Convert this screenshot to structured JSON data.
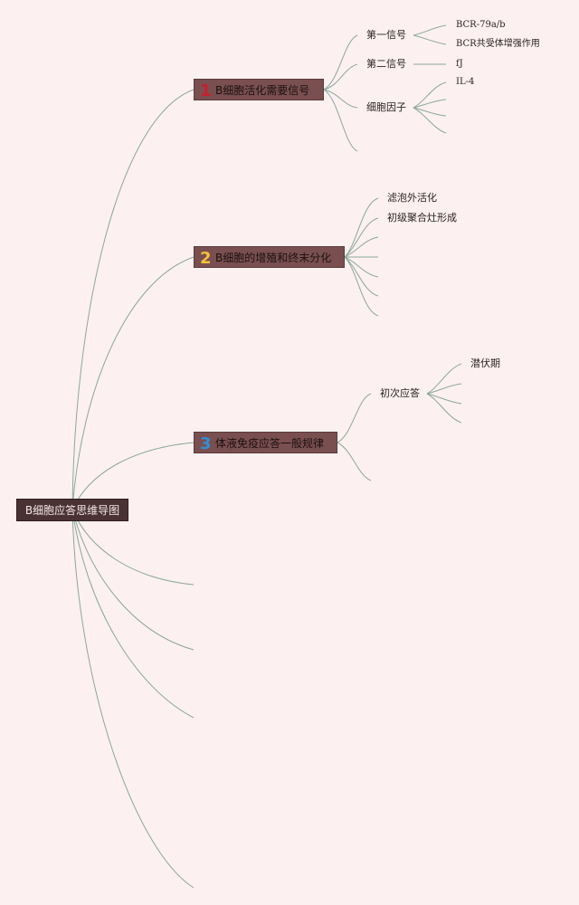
{
  "root": {
    "title": "B细胞应答思维导图"
  },
  "branches": [
    {
      "number": "1",
      "number_color": "#c81e2c",
      "title": "B细胞活化需要信号",
      "children": [
        {
          "label": "第一信号",
          "children": [
            "BCR-79a/b",
            "BCR共受体增强作用"
          ]
        },
        {
          "label": "第二信号",
          "children": [
            "fJ"
          ]
        },
        {
          "label": "细胞因子",
          "children": [
            "IL-4"
          ]
        }
      ]
    },
    {
      "number": "2",
      "number_color": "#f2c23a",
      "title": "B细胞的增殖和终末分化",
      "children": [
        {
          "label": "滤泡外活化"
        },
        {
          "label": "初级聚合灶形成"
        }
      ]
    },
    {
      "number": "3",
      "number_color": "#2f8fd6",
      "title": "体液免疫应答一般规律",
      "children": [
        {
          "label": "初次应答",
          "children": [
            "潜伏期"
          ]
        }
      ]
    }
  ],
  "colors": {
    "background": "#fdf0f0",
    "connector": "#8aa89c",
    "root_fill": "#4a3234",
    "branch_fill": "#7a4f50"
  }
}
